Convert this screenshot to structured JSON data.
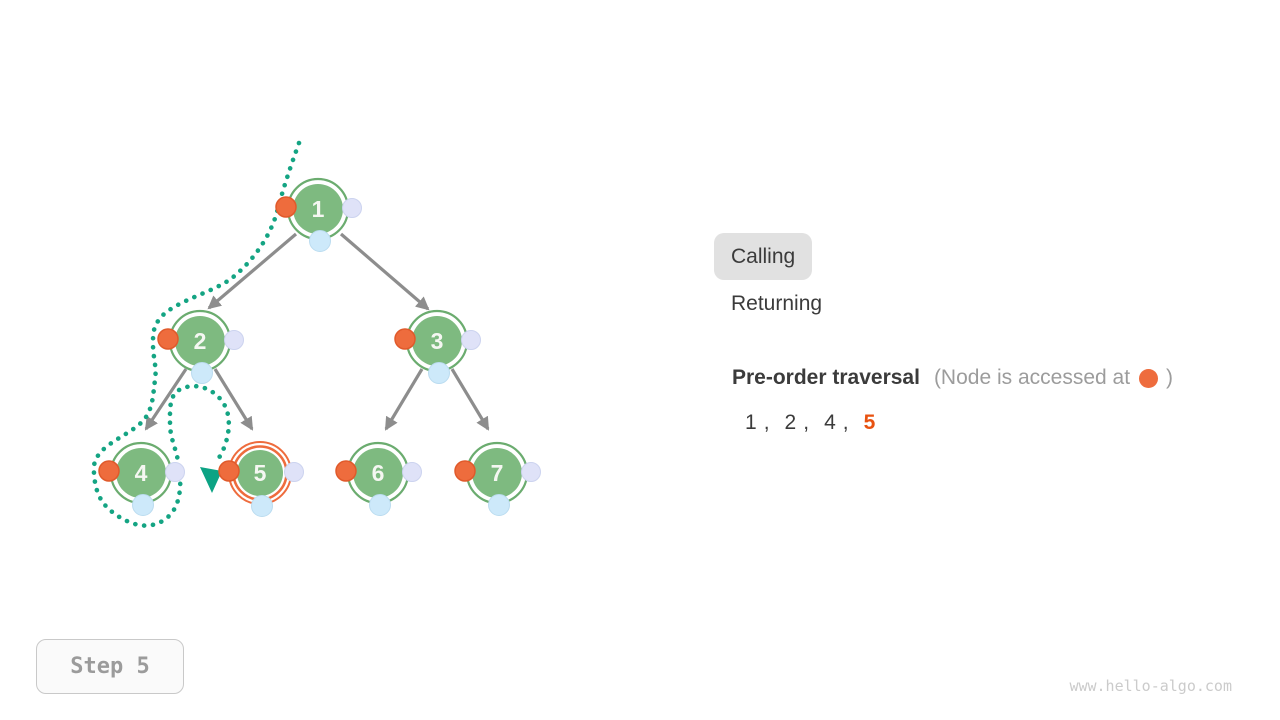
{
  "tree": {
    "nodes": [
      {
        "label": "1"
      },
      {
        "label": "2"
      },
      {
        "label": "3"
      },
      {
        "label": "4"
      },
      {
        "label": "5"
      },
      {
        "label": "6"
      },
      {
        "label": "7"
      }
    ],
    "edges": [
      [
        "1",
        "2"
      ],
      [
        "1",
        "3"
      ],
      [
        "2",
        "4"
      ],
      [
        "2",
        "5"
      ],
      [
        "3",
        "6"
      ],
      [
        "3",
        "7"
      ]
    ],
    "highlighted_node": "5",
    "call_path_nodes": [
      "1",
      "2",
      "4",
      "5"
    ]
  },
  "legend": {
    "calling_label": "Calling",
    "returning_label": "Returning",
    "active_state": "Calling"
  },
  "traversal": {
    "title": "Pre-order traversal",
    "note_open": "(Node is accessed at",
    "note_close": ")",
    "sequence": [
      "1",
      "2",
      "4",
      "5"
    ],
    "highlight_index": 3
  },
  "step": {
    "label": "Step 5"
  },
  "watermark": "www.hello-algo.com",
  "colors": {
    "node-green": "#7eba80",
    "node-ring": "#6bac6f",
    "orange": "#ee6c3d",
    "orange-border": "#e05a2b",
    "orange-deep": "#e85210",
    "lavender": "#dfe2f8",
    "lavender-border": "#ccd3ef",
    "lightblue": "#cde9fa",
    "lightblue-border": "#bbdcf0",
    "teal": "#14a483",
    "teal-dark": "#0ca384",
    "arrow": "#8d8d8d",
    "text-dark": "#3b3b3b",
    "text-gray": "#9c9c9c",
    "chip-bg": "#e1e1e1",
    "step-border": "#c9c9c9",
    "step-bg": "#fafafa",
    "step-text": "#9b9b9b",
    "watermark": "#cbcbcb"
  }
}
